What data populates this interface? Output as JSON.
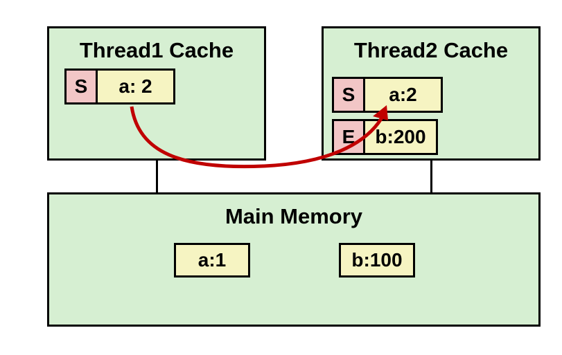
{
  "thread1": {
    "title": "Thread1 Cache",
    "lines": [
      {
        "state": "S",
        "value": "a: 2"
      }
    ]
  },
  "thread2": {
    "title": "Thread2 Cache",
    "lines": [
      {
        "state": "S",
        "value": "a:2"
      },
      {
        "state": "E",
        "value": "b:200"
      }
    ]
  },
  "memory": {
    "title": "Main Memory",
    "values": [
      "a:1",
      "b:100"
    ]
  },
  "colors": {
    "arrow": "#c00000",
    "box": "#d6efd2",
    "state": "#f2c6c6",
    "value": "#f6f4c2"
  }
}
